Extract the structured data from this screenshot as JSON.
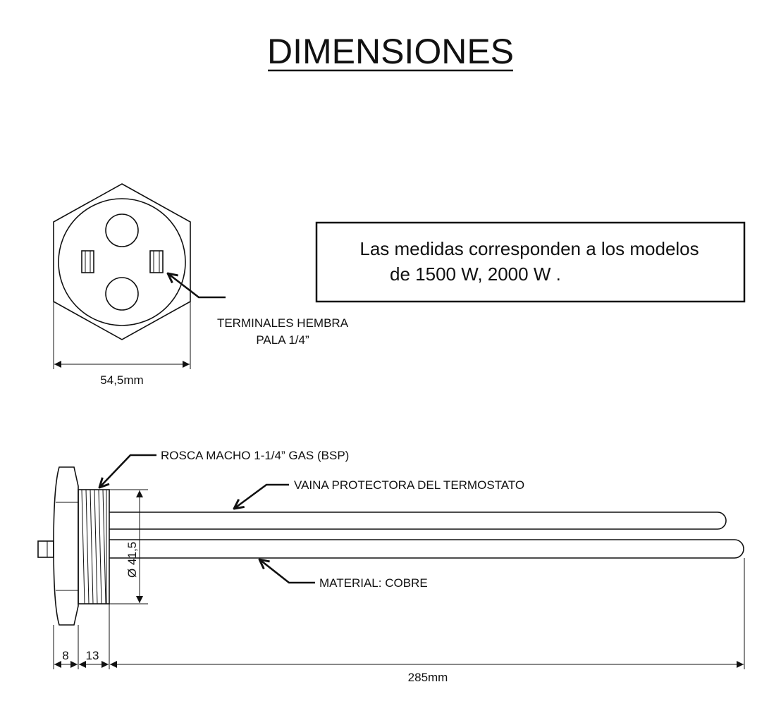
{
  "title": "DIMENSIONES",
  "note": {
    "line1": "Las medidas corresponden a los modelos",
    "line2": "de 1500 W, 2000 W ."
  },
  "front_view": {
    "terminals_label_1": "TERMINALES HEMBRA",
    "terminals_label_2": "PALA 1/4”",
    "width_dimension": "54,5mm"
  },
  "side_view": {
    "thread_label": "ROSCA MACHO 1-1/4” GAS (BSP)",
    "sheath_label": "VAINA PROTECTORA DEL TERMOSTATO",
    "material_label": "MATERIAL: COBRE",
    "diameter_dimension": "Ø 41,5",
    "flange_dimension": "8",
    "thread_dimension": "13",
    "length_dimension": "285mm"
  }
}
